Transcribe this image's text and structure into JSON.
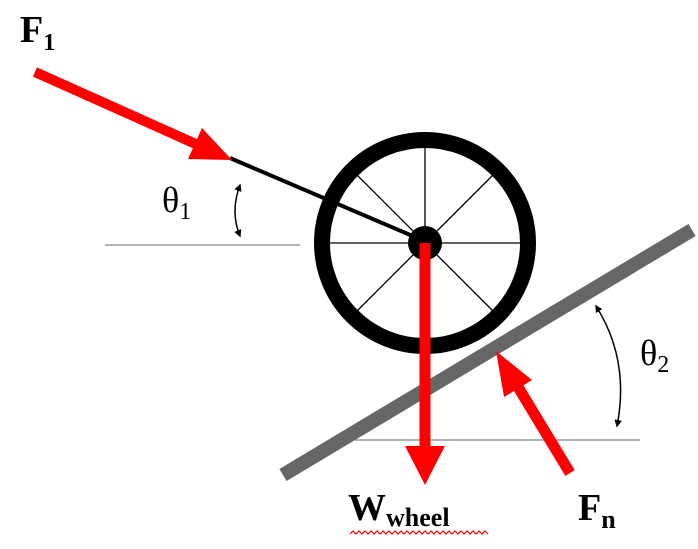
{
  "labels": {
    "f1_main": "F",
    "f1_sub": "1",
    "theta1_main": "θ",
    "theta1_sub": "1",
    "theta2_main": "θ",
    "theta2_sub": "2",
    "w_main": "W",
    "w_sub": "wheel",
    "fn_main": "F",
    "fn_sub": "n"
  },
  "colors": {
    "force_arrow": "#ff0000",
    "wheel": "#000000",
    "incline": "#666666",
    "reference_line": "#999999",
    "spelling_underline": "#ff0000"
  }
}
